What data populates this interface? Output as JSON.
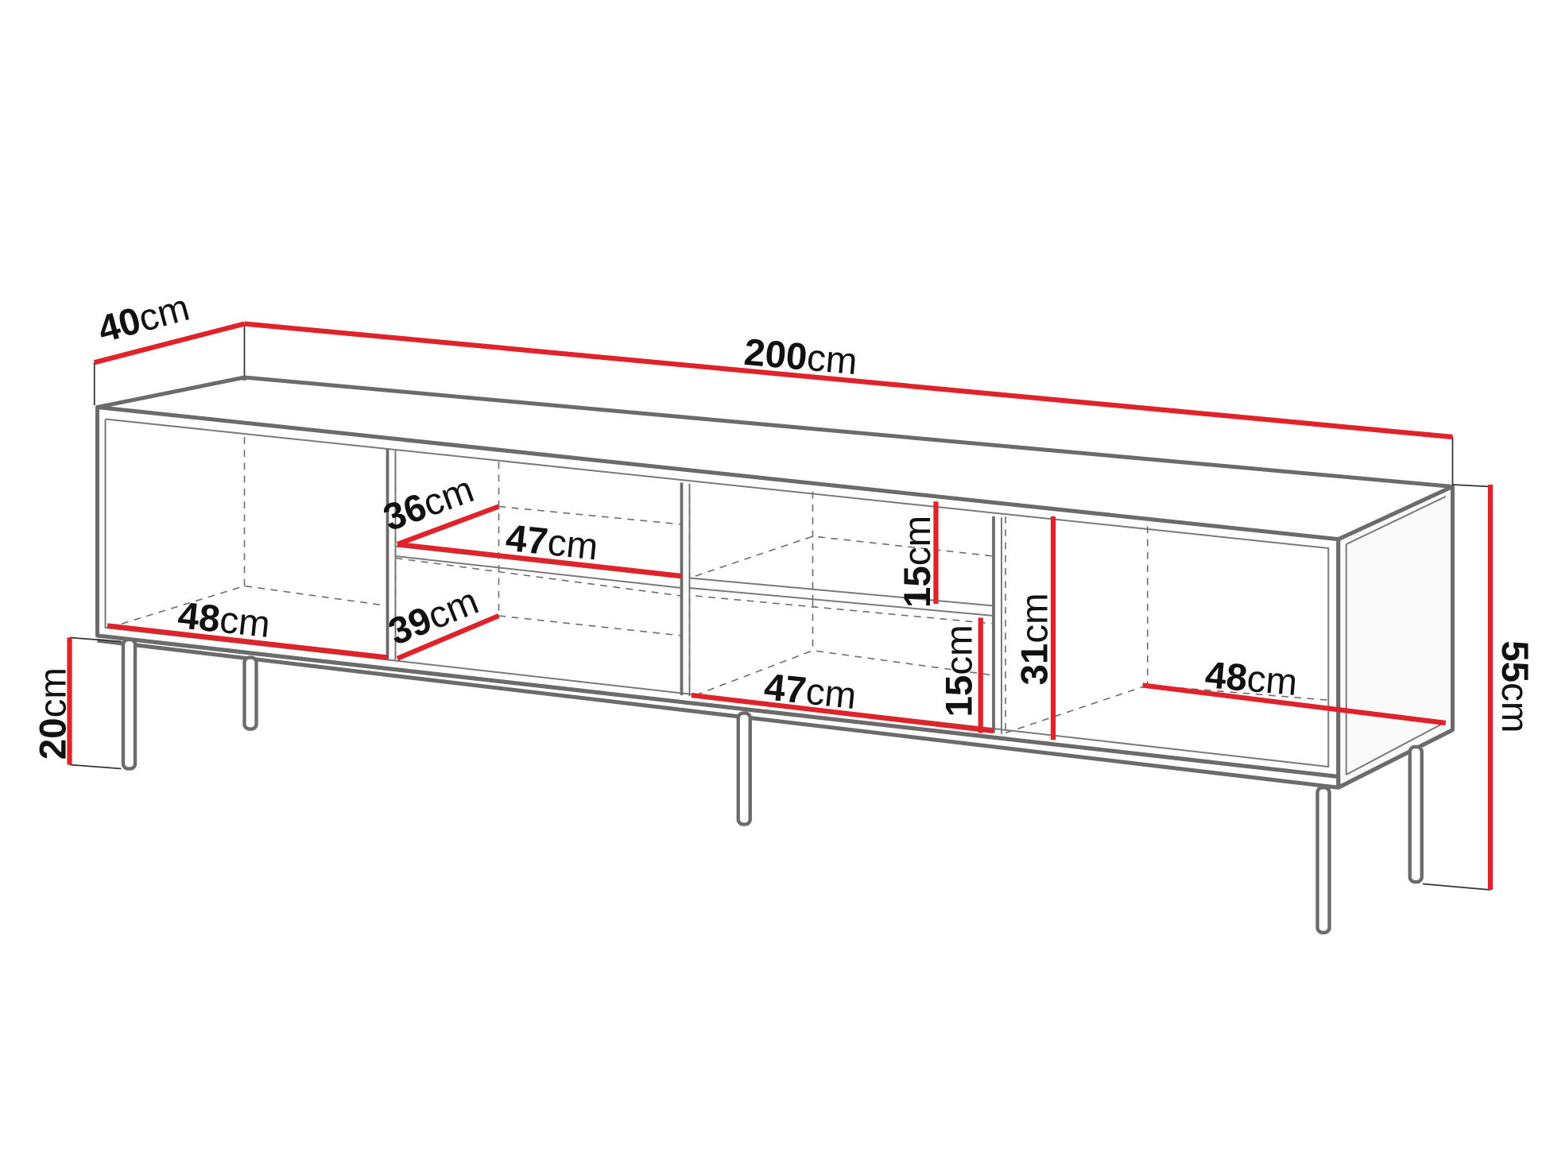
{
  "diagram": {
    "subject": "TV cabinet / sideboard with metal legs, dimension drawing",
    "colors": {
      "dimension_line": "#e0232a",
      "outline": "#6b6b6b",
      "text": "#111111",
      "background": "#ffffff"
    },
    "unit": "cm",
    "dimensions": {
      "depth": {
        "value": "40",
        "unit": "cm"
      },
      "width": {
        "value": "200",
        "unit": "cm"
      },
      "height": {
        "value": "55",
        "unit": "cm"
      },
      "leg_height": {
        "value": "20",
        "unit": "cm"
      },
      "left_bay_depth": {
        "value": "48",
        "unit": "cm"
      },
      "shelf_top_depth": {
        "value": "36",
        "unit": "cm"
      },
      "shelf_top_width": {
        "value": "47",
        "unit": "cm"
      },
      "shelf_low_depth": {
        "value": "39",
        "unit": "cm"
      },
      "mid_upper_height": {
        "value": "15",
        "unit": "cm"
      },
      "mid_lower_height": {
        "value": "15",
        "unit": "cm"
      },
      "mid_bottom_width": {
        "value": "47",
        "unit": "cm"
      },
      "right_bay_height": {
        "value": "31",
        "unit": "cm"
      },
      "right_bay_depth": {
        "value": "48",
        "unit": "cm"
      }
    }
  }
}
